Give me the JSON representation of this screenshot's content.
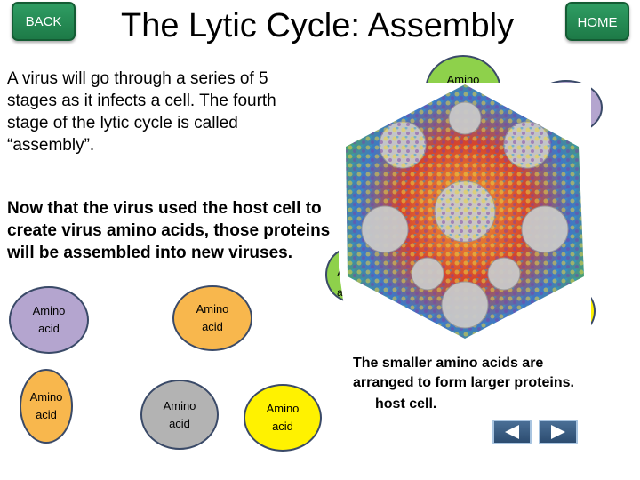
{
  "nav": {
    "back_label": "BACK",
    "home_label": "HOME"
  },
  "title": "The Lytic Cycle: Assembly",
  "intro": "A virus will go through a series of 5 stages as it infects a cell. The fourth stage of the lytic cycle is called “assembly”.",
  "assembly_text": "Now that the virus used the host cell to create virus amino acids, those proteins will be assembled into new viruses.",
  "amino_acids": [
    {
      "label": "Amino acid",
      "color": "purple"
    },
    {
      "label": "Amino acid",
      "color": "orange"
    },
    {
      "label": "Amino acid",
      "color": "orange"
    },
    {
      "label": "Amino acid",
      "color": "gray"
    },
    {
      "label": "Amino acid",
      "color": "yellow"
    }
  ],
  "virus_overlap": {
    "top_label": "Amino",
    "side_label_1": "Am",
    "side_label_2": "a"
  },
  "caption": {
    "line1": "The smaller amino acids are",
    "line2": "arranged to form larger proteins.",
    "line3": "host cell."
  },
  "controls": {
    "prev_icon": "play-left-icon",
    "next_icon": "play-right-icon"
  },
  "colors": {
    "nav_green": "#1d7a47",
    "purple": "#b4a5cf",
    "orange": "#f8b74d",
    "gray": "#b3b3b3",
    "yellow": "#fff200",
    "green": "#8ed14b"
  }
}
